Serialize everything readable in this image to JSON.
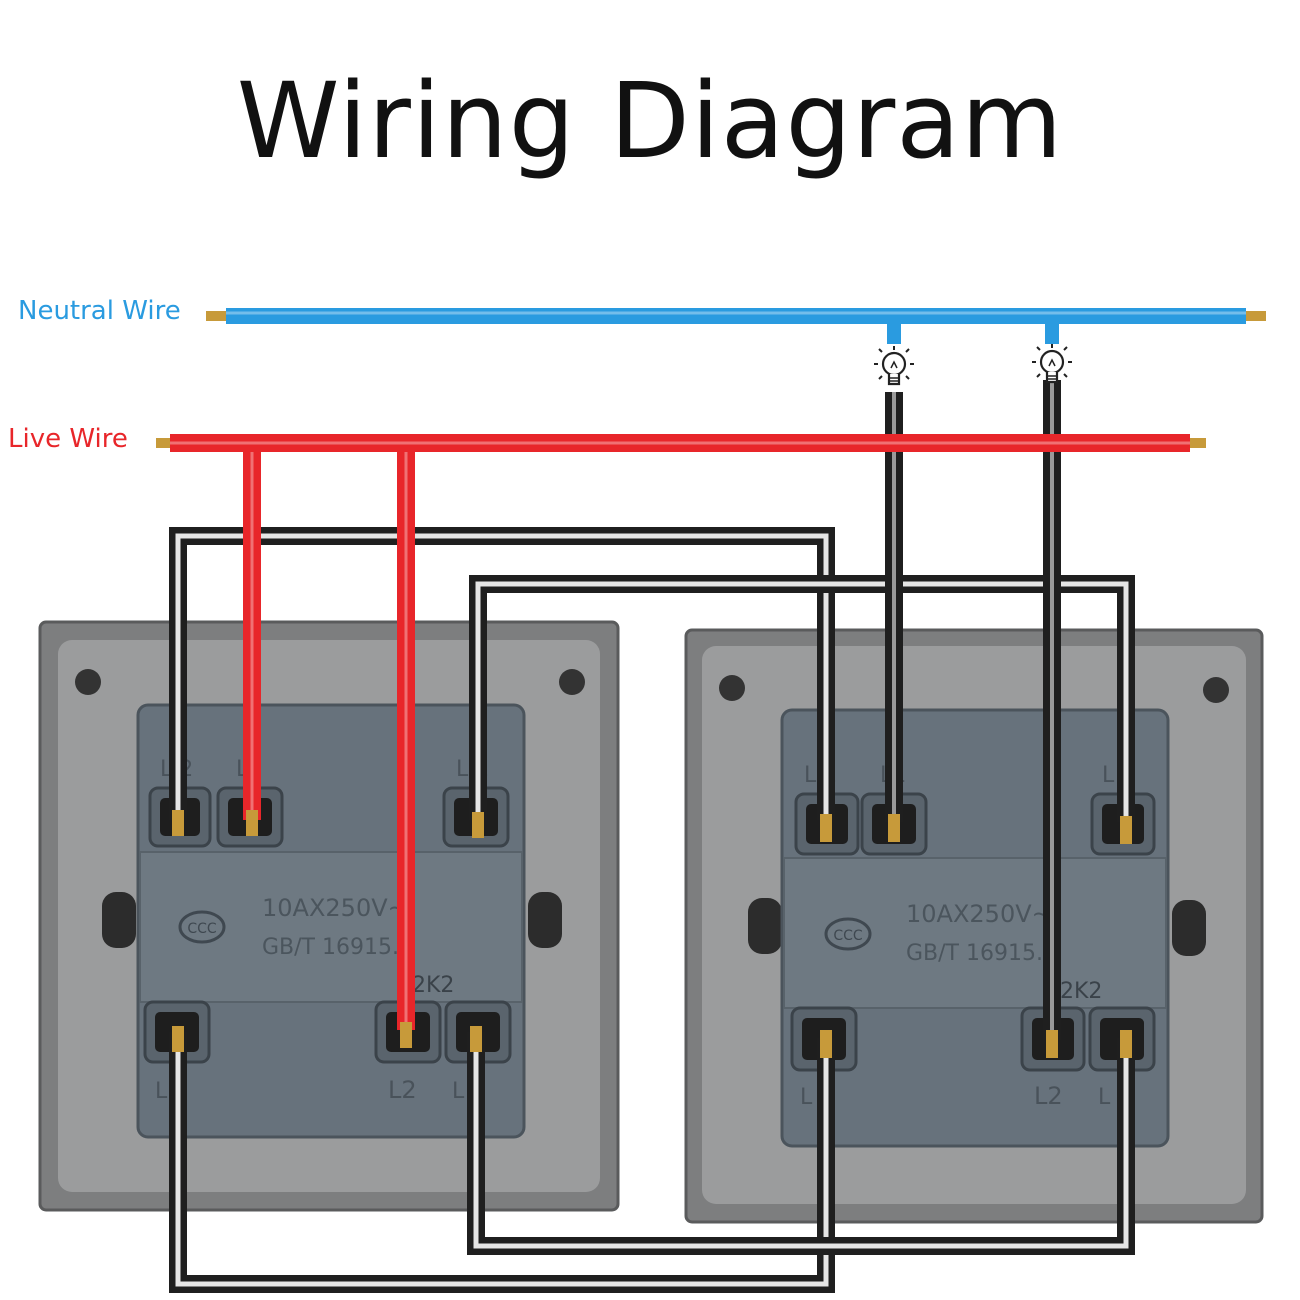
{
  "title": "Wiring Diagram",
  "wires": {
    "neutral": {
      "label": "Neutral Wire",
      "color": "#2a9be0"
    },
    "live": {
      "label": "Live Wire",
      "color": "#e8262a"
    },
    "connector_color": "#1f1f1f",
    "terminal_color": "#c79a3a"
  },
  "switch_markings": {
    "rating": "10AX250V~",
    "standard": "GB/T 16915.1",
    "model": "2K2",
    "top_left": "L 2",
    "top_middle": "L1",
    "top_right": "L 2",
    "bottom_left": "L 1",
    "bottom_middle": "L2",
    "bottom_right": "L 1"
  },
  "icons": [
    "light-bulb-icon",
    "ccc-certification-icon"
  ]
}
